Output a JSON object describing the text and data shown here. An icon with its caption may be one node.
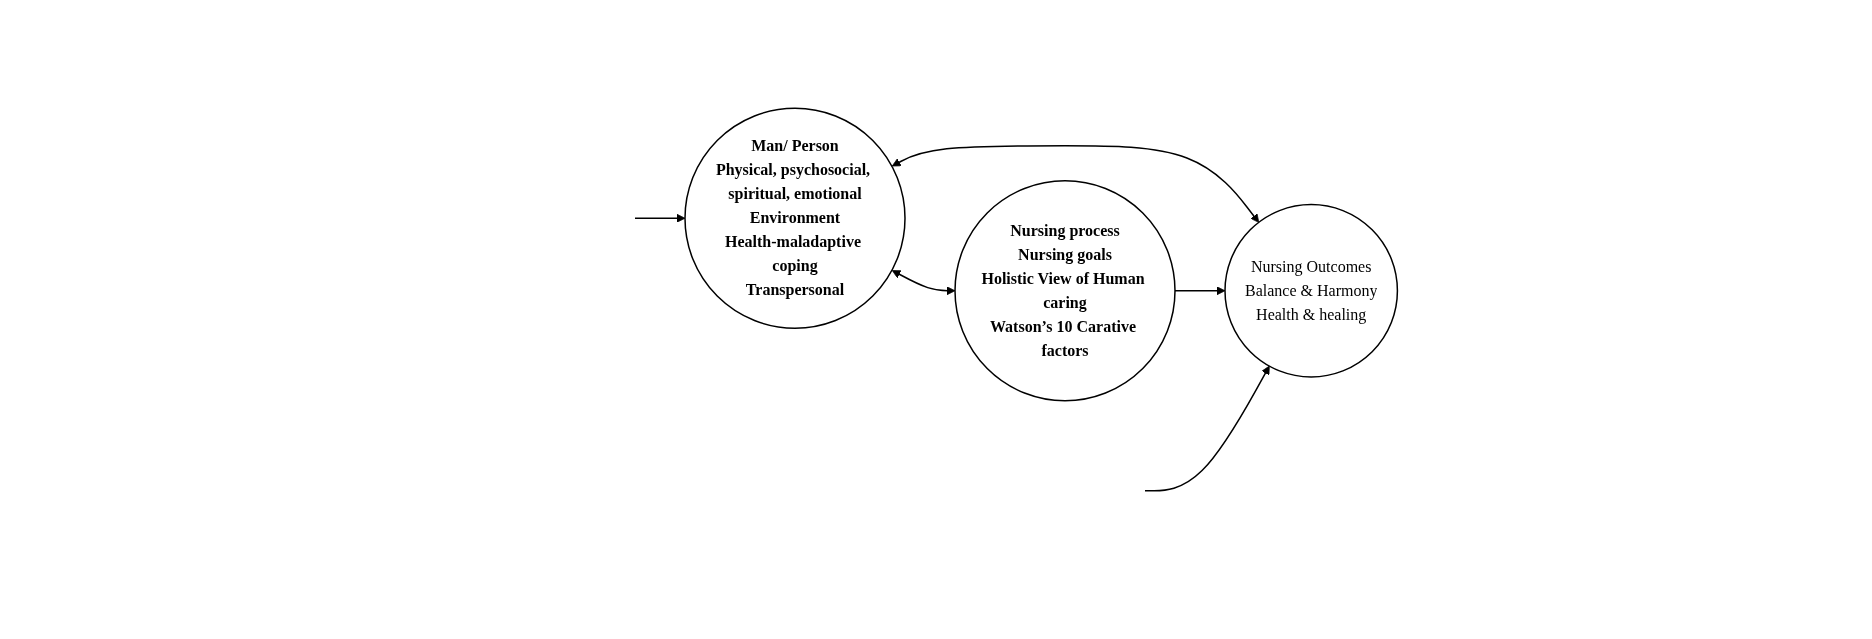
{
  "diagram": {
    "nodes": [
      {
        "text": [
          "Man/ Person",
          "Physical, psychosocial, spiritual, emotional",
          "Environment",
          "Health-maladaptive coping",
          "Transpersonal"
        ]
      },
      {
        "text": [
          "Nursing process",
          "Nursing goals",
          "Holistic View of Human caring",
          "Watson’s 10 Carative factors"
        ]
      },
      {
        "text": [
          "Nursing Outcomes",
          "Balance & Harmony",
          "Health & healing"
        ]
      }
    ],
    "edges": [
      {
        "from": 0,
        "to": 2,
        "arrow": "both"
      },
      {
        "from": 0,
        "to": 1,
        "arrow": "both"
      },
      {
        "from": 1,
        "to": 2,
        "arrow": "to"
      },
      {
        "from": null,
        "to": 0,
        "arrow": "to"
      },
      {
        "from": null,
        "to": 2,
        "arrow": "to"
      }
    ]
  }
}
